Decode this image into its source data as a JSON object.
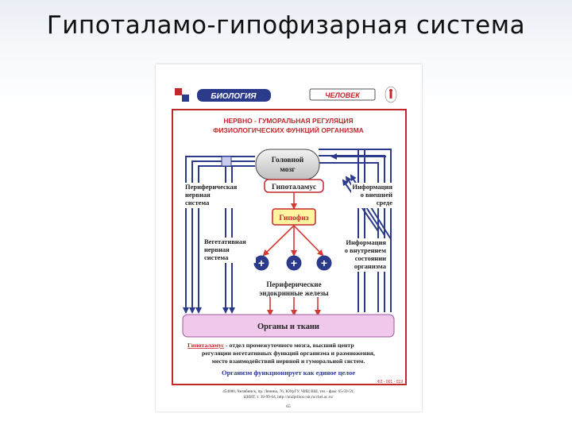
{
  "slide": {
    "title": "Гипоталамо-гипофизарная система"
  },
  "poster": {
    "brand": "БИОЛОГИЯ",
    "category": "ЧЕЛОВЕК",
    "heading_line1": "НЕРВНО - ГУМОРАЛЬНАЯ РЕГУЛЯЦИЯ",
    "heading_line2": "ФИЗИОЛОГИЧЕСКИХ ФУНКЦИЙ ОРГАНИЗМА",
    "brain_line1": "Головной",
    "brain_line2": "мозг",
    "hypothalamus": "Гипоталамус",
    "pituitary": "Гипофиз",
    "plus": "+",
    "peripheral_ns": [
      "Периферическая",
      "нервная",
      "система"
    ],
    "vegetative_ns": [
      "Вегетативная",
      "нервная",
      "система"
    ],
    "external_info": [
      "Информация",
      "о внешней",
      "среде"
    ],
    "internal_info": [
      "Информация",
      "о внутреннем",
      "состоянии",
      "организма"
    ],
    "glands_line1": "Периферические",
    "glands_line2": "эндокринные железы",
    "organs": "Органы и ткани",
    "definition_term": "Гипоталамус",
    "definition_line1": " - отдел промежуточного мозга, высший центр",
    "definition_line2": "регуляции вегетативных функций организма и размножения,",
    "definition_line3": "место взаимодействий нервной и гуморальной систем.",
    "summary": "Организм функционирует как единое целое",
    "code": "Ф2 - 001 - 019",
    "footer_line1": "454080, Челябинск, пр. Ленина, 76, ЮУрГУ, ЧИЦ ВШ, тел - факс 65-59-59,",
    "footer_line2": "ЦНИТ, т. 39-99-04, http://uralpribor.csit.ru/chel.ac.ru/",
    "page_number": "65"
  },
  "colors": {
    "frame_red": "#c0282d",
    "arrow_blue": "#2c3a8c",
    "arrow_red": "#d23a33",
    "organs_pink": "#f0c8ec",
    "pituitary_yellow": "#fff4a0",
    "slide_band": "#6f8fc4"
  }
}
